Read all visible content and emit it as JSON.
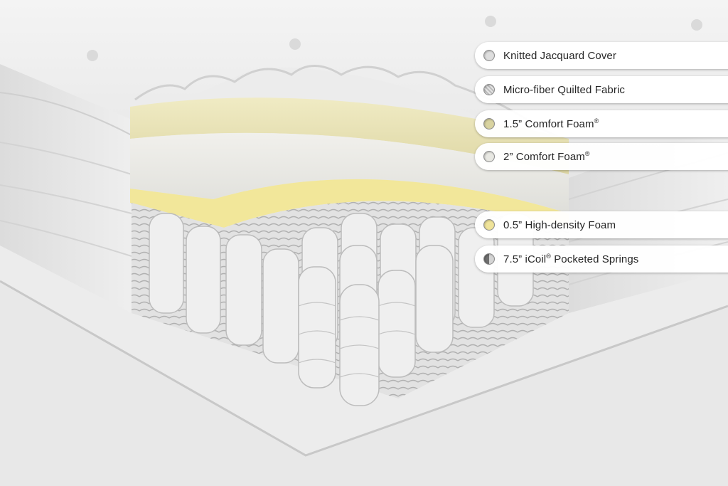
{
  "layers": [
    {
      "text": "Knitted Jacquard Cover",
      "mark": "",
      "swatch": "#dedede",
      "swatch_style": "plain"
    },
    {
      "text": "Micro-fiber Quilted Fabric",
      "mark": "",
      "swatch": "#c8c8c8",
      "swatch_style": "hatched"
    },
    {
      "text": "1.5” Comfort Foam",
      "mark": "®",
      "swatch": "#d9d3a0",
      "swatch_style": "plain"
    },
    {
      "text": "2” Comfort Foam",
      "mark": "®",
      "swatch": "#e8e8e2",
      "swatch_style": "plain"
    },
    {
      "text": "0.5” High-density Foam",
      "mark": "",
      "swatch": "#efe39a",
      "swatch_style": "plain"
    },
    {
      "text": "7.5” iCoil",
      "mark": "®",
      "suffix": " Pocketed Springs",
      "swatch": "#8a8a8a",
      "swatch_style": "split"
    }
  ],
  "colors": {
    "background": "#ececec",
    "cover": "#f2f2f2",
    "comfort_foam_1": "#ece6bd",
    "comfort_foam_2": "#ecebe6",
    "high_density_foam": "#f3ea9c",
    "springs": "#e4e4e4"
  }
}
